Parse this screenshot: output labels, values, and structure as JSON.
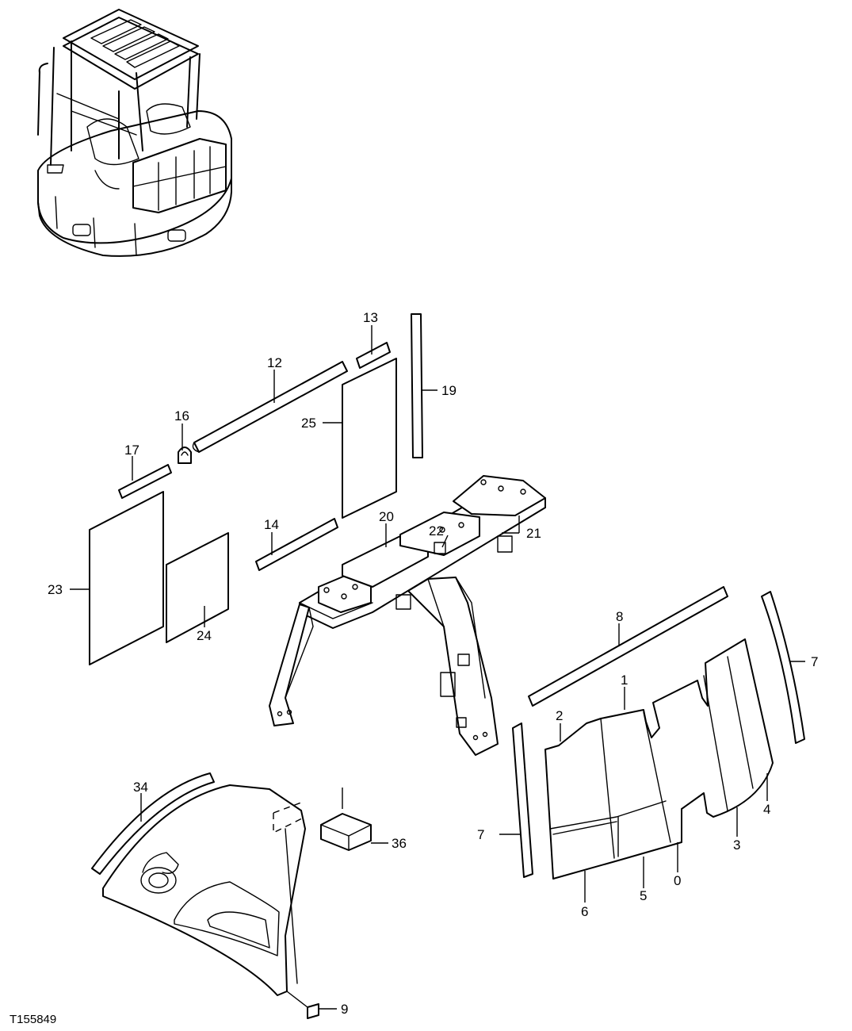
{
  "labels": {
    "l0": "0",
    "l1": "1",
    "l2": "2",
    "l3": "3",
    "l4": "4",
    "l5": "5",
    "l6": "6",
    "l7a": "7",
    "l7b": "7",
    "l8": "8",
    "l9": "9",
    "l12": "12",
    "l13": "13",
    "l14": "14",
    "l16": "16",
    "l17": "17",
    "l19": "19",
    "l20": "20",
    "l21": "21",
    "l22": "22",
    "l23": "23",
    "l24": "24",
    "l25": "25",
    "l34": "34",
    "l36": "36"
  },
  "figure_ref": "T155849"
}
